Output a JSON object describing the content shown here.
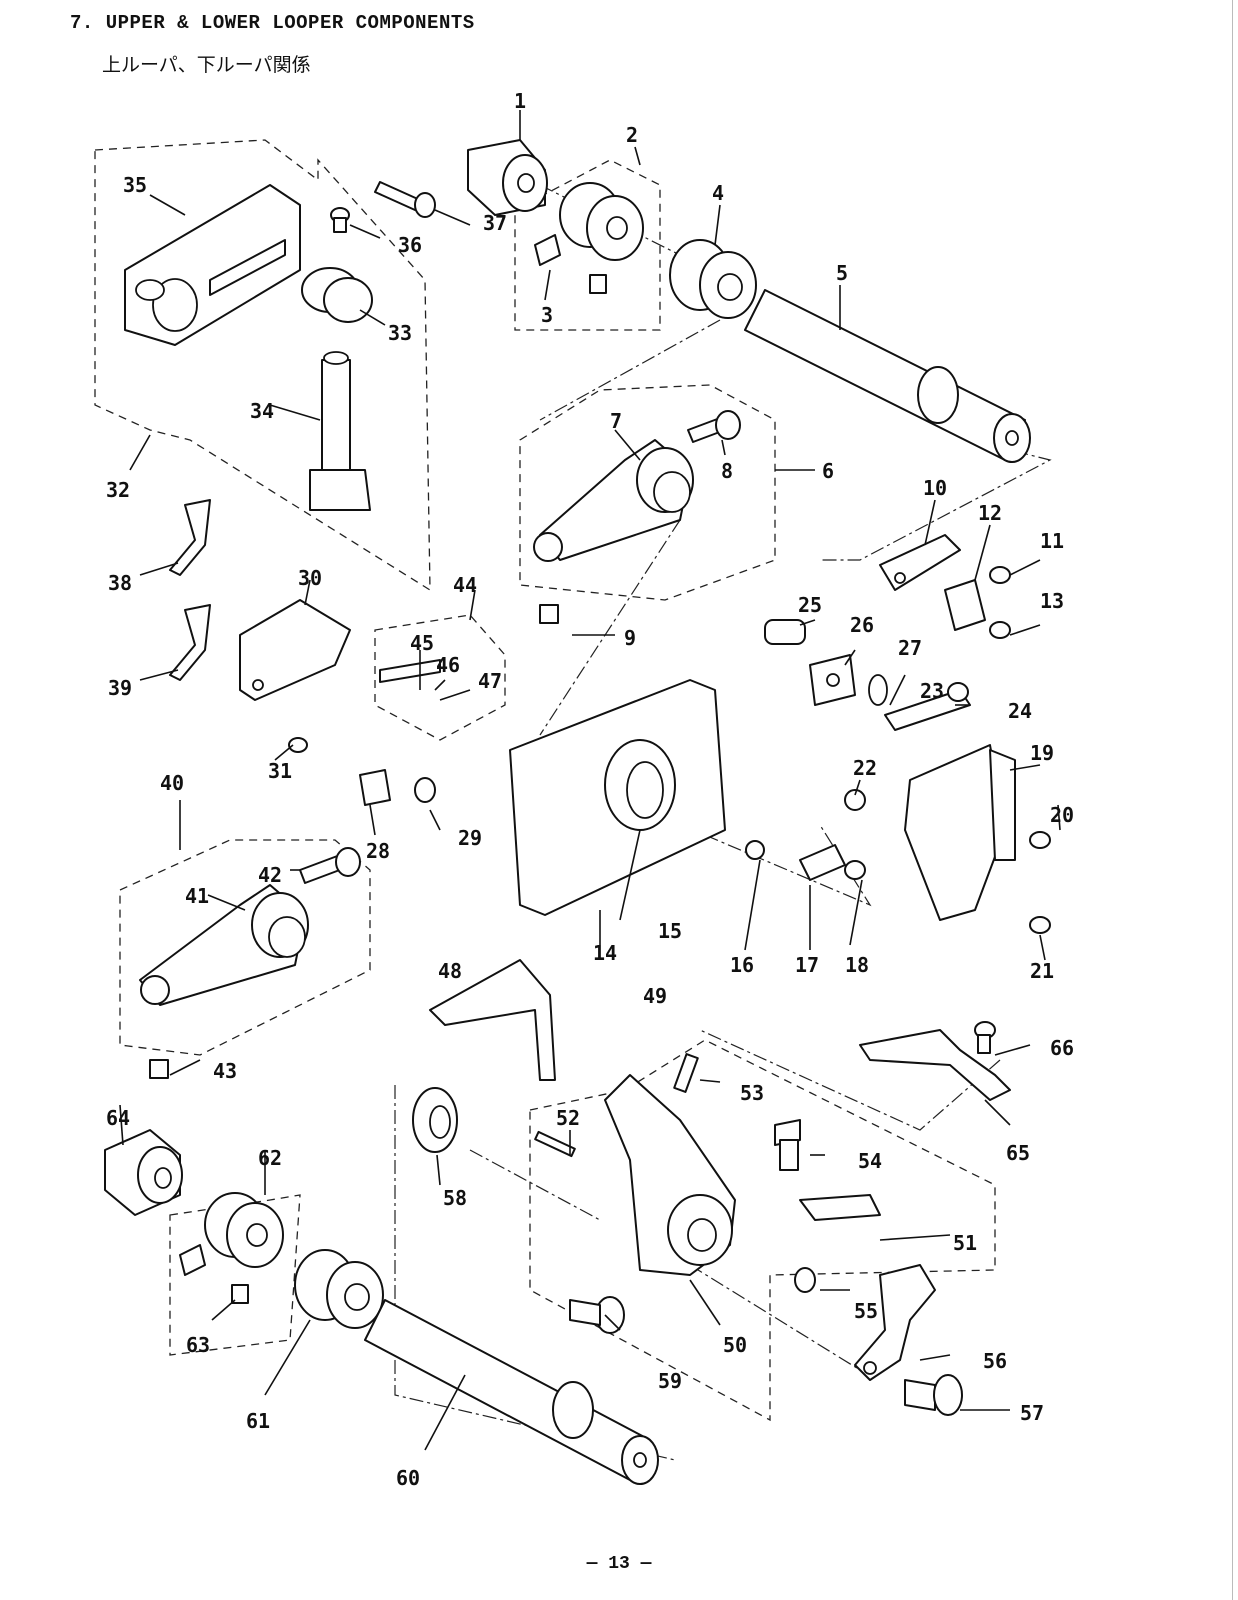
{
  "header": {
    "title": "7. UPPER & LOWER LOOPER COMPONENTS",
    "subtitle": "上ルーパ、下ルーパ関係"
  },
  "page_number": "— 13 —",
  "callouts": [
    "1",
    "2",
    "3",
    "4",
    "5",
    "6",
    "7",
    "8",
    "9",
    "10",
    "11",
    "12",
    "13",
    "14",
    "15",
    "16",
    "17",
    "18",
    "19",
    "20",
    "21",
    "22",
    "23",
    "24",
    "25",
    "26",
    "27",
    "28",
    "29",
    "30",
    "31",
    "32",
    "33",
    "34",
    "35",
    "36",
    "37",
    "38",
    "39",
    "40",
    "41",
    "42",
    "43",
    "44",
    "45",
    "46",
    "47",
    "48",
    "49",
    "50",
    "51",
    "52",
    "53",
    "54",
    "55",
    "56",
    "57",
    "58",
    "59",
    "60",
    "61",
    "62",
    "63",
    "64",
    "65",
    "66"
  ]
}
